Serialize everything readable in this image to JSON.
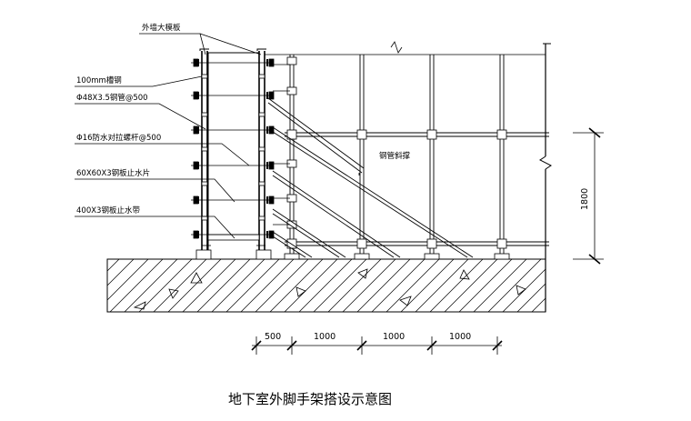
{
  "caption": "地下室外脚手架搭设示意图",
  "labels": {
    "formwork": "外墙大模板",
    "channel": "100mm槽钢",
    "pipe": "Φ48X3.5钢管@500",
    "bolt": "Φ16防水对拉螺杆@500",
    "plate": "60X60X3钢板止水片",
    "waterstop": "400X3钢板止水带",
    "brace": "钢管斜撑"
  },
  "dimensions": {
    "horizontal": [
      "500",
      "1000",
      "1000",
      "1000"
    ],
    "vertical": "1800"
  }
}
